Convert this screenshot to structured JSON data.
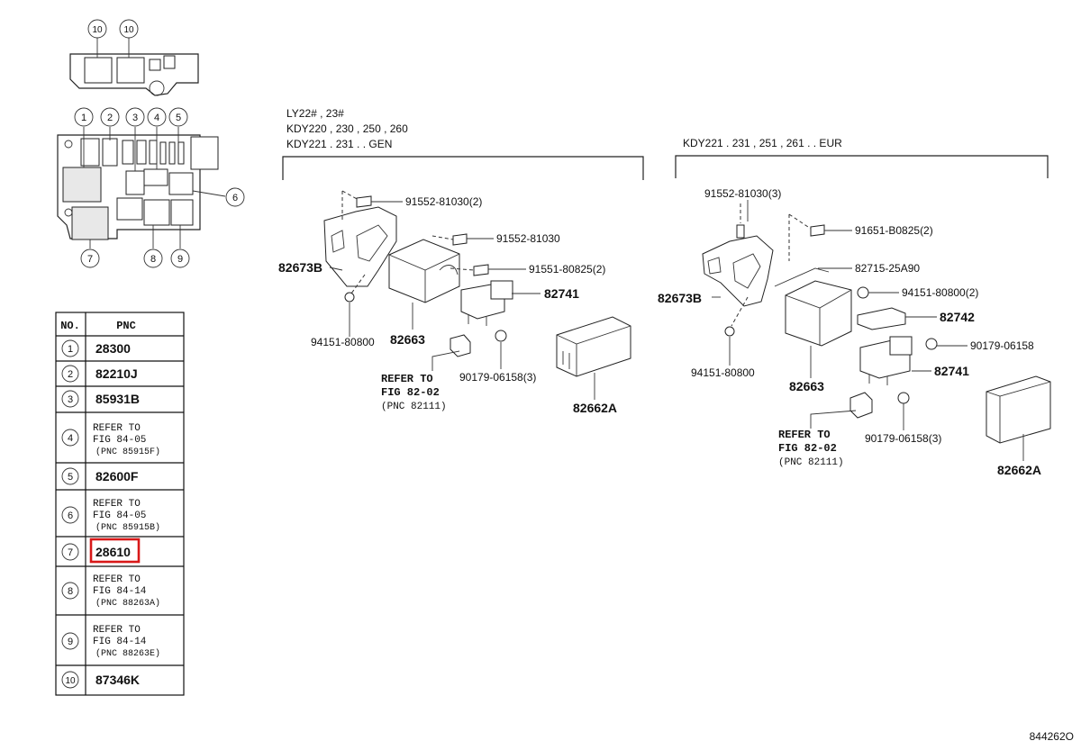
{
  "fuse_box": {
    "callouts_top": [
      "10",
      "10"
    ],
    "callouts_main": [
      "1",
      "2",
      "3",
      "4",
      "5",
      "6",
      "7",
      "8",
      "9"
    ]
  },
  "table": {
    "header_no": "NO.",
    "header_pnc": "PNC",
    "rows": [
      {
        "no": "1",
        "lines": [
          "28300"
        ]
      },
      {
        "no": "2",
        "lines": [
          "82210J"
        ]
      },
      {
        "no": "3",
        "lines": [
          "85931B"
        ]
      },
      {
        "no": "4",
        "lines": [
          "REFER TO",
          "FIG 84-05",
          "(PNC 85915F)"
        ]
      },
      {
        "no": "5",
        "lines": [
          "82600F"
        ]
      },
      {
        "no": "6",
        "lines": [
          "REFER TO",
          "FIG 84-05",
          "(PNC 85915B)"
        ]
      },
      {
        "no": "7",
        "lines": [
          "28610"
        ],
        "highlighted": true
      },
      {
        "no": "8",
        "lines": [
          "REFER TO",
          "FIG 84-14",
          "(PNC 88263A)"
        ]
      },
      {
        "no": "9",
        "lines": [
          "REFER TO",
          "FIG 84-14",
          "(PNC 88263E)"
        ]
      },
      {
        "no": "10",
        "lines": [
          "87346K"
        ]
      }
    ]
  },
  "left_assembly": {
    "applicability": [
      "LY22# , 23#",
      "KDY220 , 230 , 250 , 260",
      "KDY221 . 231 . . GEN"
    ],
    "labels": {
      "bolt_a": "91552-81030(2)",
      "bolt_b": "91552-81030",
      "bolt_c": "91551-80825(2)",
      "bracket": "82673B",
      "nut": "94151-80800",
      "box": "82663",
      "relay": "82741",
      "nut_b": "90179-06158(3)",
      "ecu": "82662A",
      "refer": [
        "REFER TO",
        "FIG 82-02",
        "(PNC 82111)"
      ]
    }
  },
  "right_assembly": {
    "applicability": [
      "KDY221 . 231 , 251 , 261 . . EUR"
    ],
    "labels": {
      "bolt_a": "91552-81030(3)",
      "bolt_b": "91651-B0825(2)",
      "bracket_b": "82715-25A90",
      "bracket": "82673B",
      "nut_c": "94151-80800(2)",
      "relay_b": "82742",
      "nut_d": "90179-06158",
      "relay": "82741",
      "nut": "94151-80800",
      "box": "82663",
      "nut_b": "90179-06158(3)",
      "ecu": "82662A",
      "refer": [
        "REFER TO",
        "FIG 82-02",
        "(PNC 82111)"
      ]
    }
  },
  "figure_id": "844262O",
  "colors": {
    "highlight": "#d81818",
    "ink": "#111111"
  }
}
